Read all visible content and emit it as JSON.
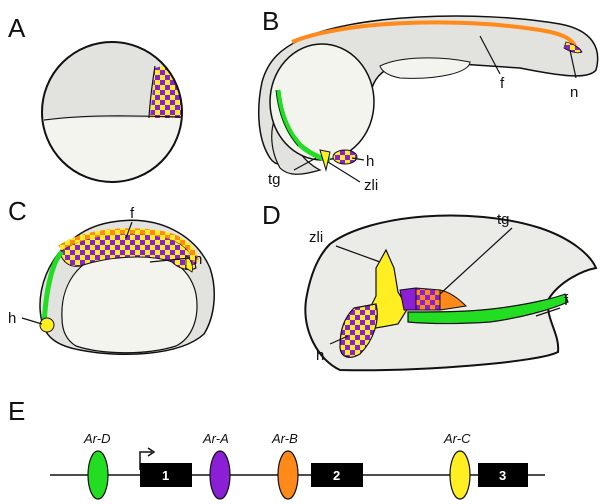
{
  "panels": {
    "A": {
      "letter": "A"
    },
    "B": {
      "letter": "B",
      "labels": {
        "f": "f",
        "n": "n",
        "h": "h",
        "tg": "tg",
        "zli": "zli"
      }
    },
    "C": {
      "letter": "C",
      "labels": {
        "f": "f",
        "n": "n",
        "h": "h"
      }
    },
    "D": {
      "letter": "D",
      "labels": {
        "zli": "zli",
        "tg": "tg",
        "f": "f",
        "h": "h"
      }
    },
    "E": {
      "letter": "E",
      "enhancers": [
        {
          "name": "Ar-D",
          "color": "#22dd22"
        },
        {
          "name": "Ar-A",
          "color": "#8a1fd6"
        },
        {
          "name": "Ar-B",
          "color": "#ff8a1a"
        },
        {
          "name": "Ar-C",
          "color": "#ffee22"
        }
      ],
      "exons": [
        "1",
        "2",
        "3"
      ]
    }
  },
  "colors": {
    "purple": "#8a1fd6",
    "yellow": "#ffee22",
    "orange": "#ff8a1a",
    "green": "#22dd22",
    "tissue": "#e2e2de",
    "yolk": "#f4f4ee"
  }
}
